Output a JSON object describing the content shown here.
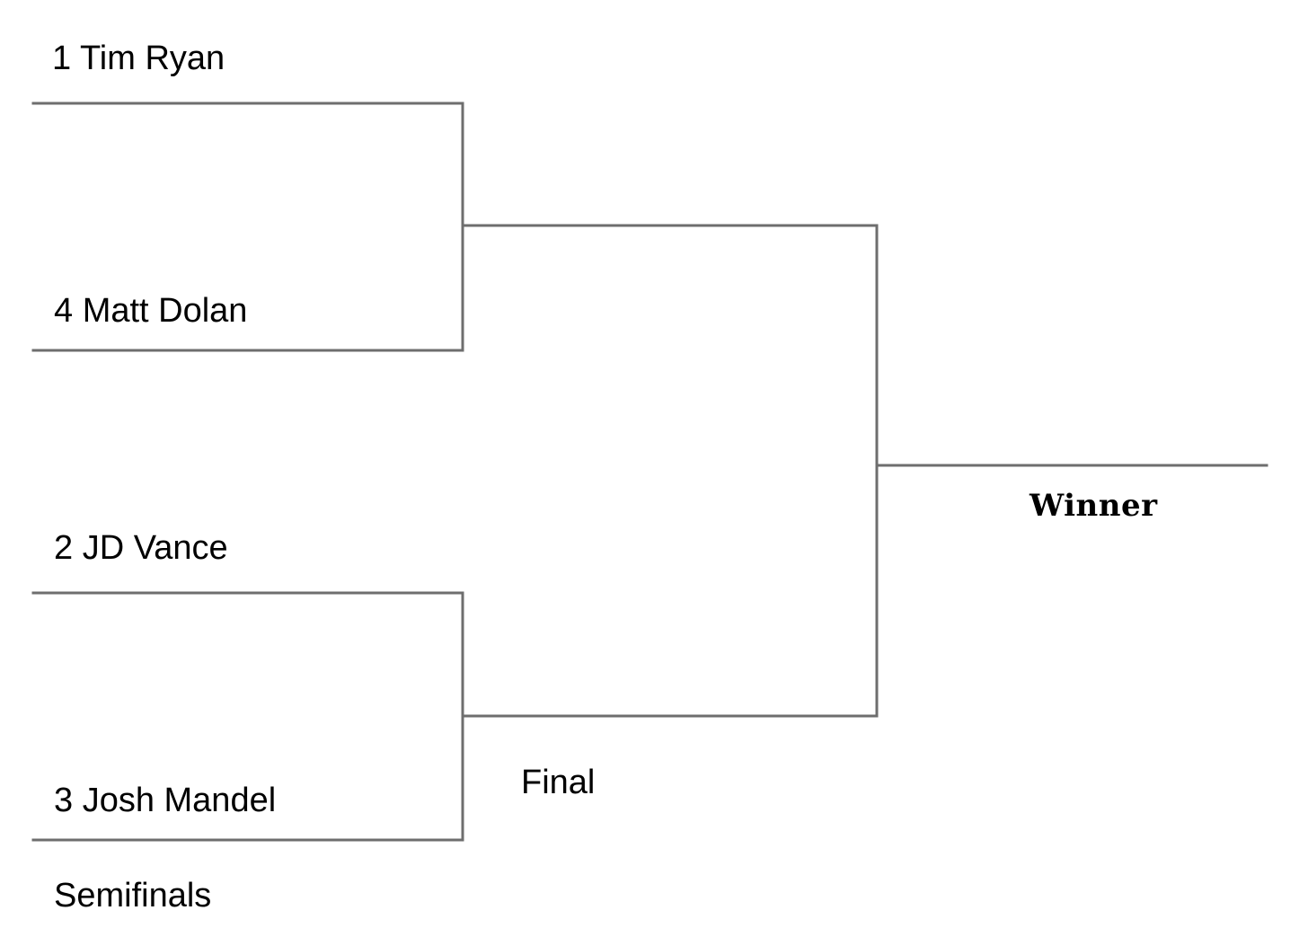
{
  "bracket": {
    "semifinals": {
      "label": "Semifinals",
      "entrants": [
        {
          "seed": "1",
          "name": "Tim Ryan",
          "display": "1 Tim Ryan"
        },
        {
          "seed": "4",
          "name": "Matt Dolan",
          "display": "4 Matt Dolan"
        },
        {
          "seed": "2",
          "name": "JD Vance",
          "display": "2 JD Vance"
        },
        {
          "seed": "3",
          "name": "Josh Mandel",
          "display": "3 Josh Mandel"
        }
      ]
    },
    "final": {
      "label": "Final"
    },
    "winner": {
      "label": "Winner"
    },
    "line_color": "#6e6e6e"
  }
}
